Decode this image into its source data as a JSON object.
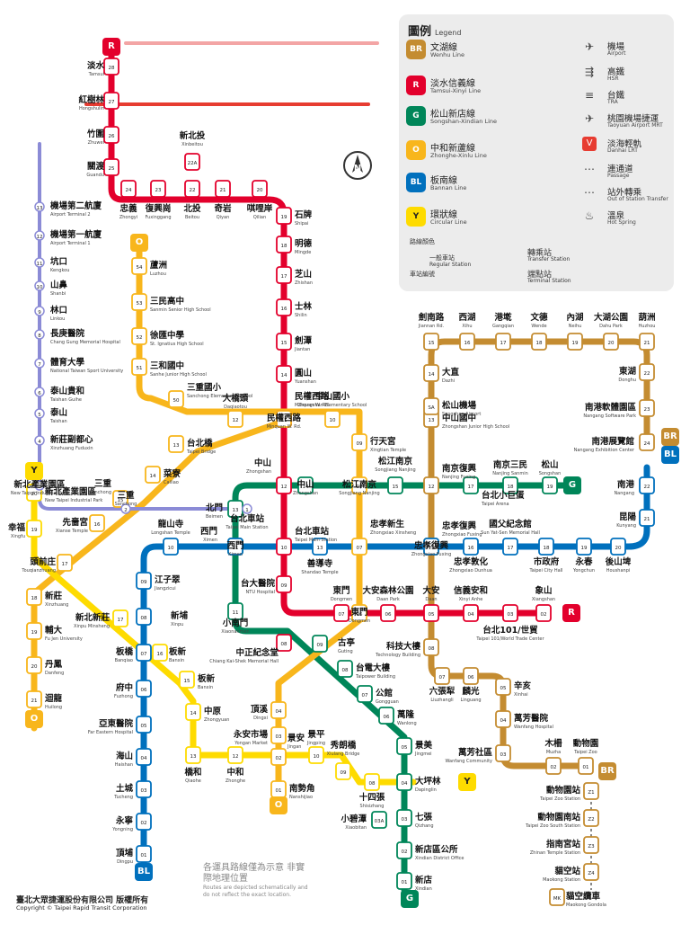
{
  "colors": {
    "BR": "#c48c31",
    "R": "#e3002c",
    "G": "#008659",
    "O": "#f8b61c",
    "BL": "#0070bd",
    "Y": "#fedb00",
    "A": "#8b8bd6",
    "V": "#e73c31",
    "P": "#f3a5a5"
  },
  "legend": {
    "title": "圖例",
    "title_en": "Legend",
    "lines": [
      {
        "code": "BR",
        "zh": "文湖線",
        "en": "Wenhu Line"
      },
      {
        "code": "R",
        "zh": "淡水信義線",
        "en": "Tamsui-Xinyi Line"
      },
      {
        "code": "G",
        "zh": "松山新店線",
        "en": "Songshan-Xindian Line"
      },
      {
        "code": "O",
        "zh": "中和新蘆線",
        "en": "Zhonghe-Xinlu Line"
      },
      {
        "code": "BL",
        "zh": "板南線",
        "en": "Bannan Line"
      },
      {
        "code": "Y",
        "zh": "環狀線",
        "en": "Circular Line"
      }
    ],
    "symbols": [
      {
        "icon": "plane-icon",
        "glyph": "✈",
        "zh": "機場",
        "en": "Airport"
      },
      {
        "icon": "hsr-icon",
        "glyph": "⇶",
        "zh": "高鐵",
        "en": "HSR"
      },
      {
        "icon": "tra-icon",
        "glyph": "≡",
        "zh": "台鐵",
        "en": "TRA"
      },
      {
        "icon": "airport-mrt-icon",
        "glyph": "✈",
        "zh": "桃園機場捷運",
        "en": "Taoyuan Airport MRT"
      },
      {
        "icon": "danhai-icon",
        "glyph": "V",
        "zh": "淡海輕軌",
        "en": "Danhai LRT"
      },
      {
        "icon": "passage-icon",
        "glyph": "⋯",
        "zh": "連通道",
        "en": "Passage"
      },
      {
        "icon": "out-transfer-icon",
        "glyph": "⋯",
        "zh": "站外轉乘",
        "en": "Out of Station Transfer"
      },
      {
        "icon": "hot-spring-icon",
        "glyph": "♨",
        "zh": "溫泉",
        "en": "Hot Spring"
      }
    ],
    "regular_station": {
      "zh": "一般車站",
      "en": "Regular Station"
    },
    "transfer_station": {
      "zh": "轉乘站",
      "en": "Transfer Station"
    },
    "terminal_station": {
      "zh": "端點站",
      "en": "Terminal Station"
    },
    "line_color": {
      "zh": "路線顏色",
      "en": "Line Color"
    },
    "station_no": {
      "zh": "車站編號",
      "en": "Station No."
    }
  },
  "map": {
    "compass": "N",
    "footer_company": "臺北大眾捷運股份有限公司 版權所有",
    "footer_copyright": "Copyright © Taipei Rapid Transit Corporation",
    "note_zh": "各運具路線僅為示意 非實際地理位置",
    "note_en": "Routes are depicted schematically and do not reflect the exact location."
  },
  "stations": [
    {
      "id": "R28",
      "zh": "淡水",
      "en": "Tamsui"
    },
    {
      "id": "R27",
      "zh": "紅樹林",
      "en": "Hongshulin"
    },
    {
      "id": "R26",
      "zh": "竹圍",
      "en": "Zhuwei"
    },
    {
      "id": "R25",
      "zh": "關渡",
      "en": "Guandu"
    },
    {
      "id": "R24",
      "zh": "忠義",
      "en": "Zhongyi"
    },
    {
      "id": "R23",
      "zh": "復興崗",
      "en": "Fuxinggang"
    },
    {
      "id": "R22",
      "zh": "北投",
      "en": "Beitou"
    },
    {
      "id": "R22A",
      "zh": "新北投",
      "en": "Xinbeitou"
    },
    {
      "id": "R21",
      "zh": "奇岩",
      "en": "Qiyan"
    },
    {
      "id": "R20",
      "zh": "唭哩岸",
      "en": "Qilian"
    },
    {
      "id": "R19",
      "zh": "石牌",
      "en": "Shipai"
    },
    {
      "id": "R18",
      "zh": "明德",
      "en": "Mingde"
    },
    {
      "id": "R17",
      "zh": "芝山",
      "en": "Zhishan"
    },
    {
      "id": "R16",
      "zh": "士林",
      "en": "Shilin"
    },
    {
      "id": "R15",
      "zh": "劍潭",
      "en": "Jiantan"
    },
    {
      "id": "R14",
      "zh": "圓山",
      "en": "Yuanshan"
    },
    {
      "id": "R13",
      "zh": "民權西路",
      "en": "Minquan W. Rd."
    },
    {
      "id": "R12",
      "zh": "中山",
      "en": "Zhongshan"
    },
    {
      "id": "R10",
      "zh": "台北車站",
      "en": "Taipei Main Station"
    },
    {
      "id": "R09",
      "zh": "台大醫院",
      "en": "NTU Hospital"
    },
    {
      "id": "R08",
      "zh": "中正紀念堂",
      "en": "Chiang Kai-Shek Memorial Hall"
    },
    {
      "id": "R07",
      "zh": "東門",
      "en": "Dongmen"
    },
    {
      "id": "R06",
      "zh": "大安森林公園",
      "en": "Daan Park"
    },
    {
      "id": "R05",
      "zh": "大安",
      "en": "Daan"
    },
    {
      "id": "R04",
      "zh": "信義安和",
      "en": "Xinyi Anhe"
    },
    {
      "id": "R03",
      "zh": "台北101/世貿",
      "en": "Taipei 101/World Trade Center"
    },
    {
      "id": "R02",
      "zh": "象山",
      "en": "Xiangshan"
    },
    {
      "id": "BR01",
      "zh": "動物園",
      "en": "Taipei Zoo"
    },
    {
      "id": "BR02",
      "zh": "木柵",
      "en": "Muzha"
    },
    {
      "id": "BR03",
      "zh": "萬芳社區",
      "en": "Wanfang Community"
    },
    {
      "id": "BR04",
      "zh": "萬芳醫院",
      "en": "Wanfang Hospital"
    },
    {
      "id": "BR05",
      "zh": "辛亥",
      "en": "Xinhai"
    },
    {
      "id": "BR06",
      "zh": "麟光",
      "en": "Linguang"
    },
    {
      "id": "BR07",
      "zh": "六張犁",
      "en": "Liuzhangli"
    },
    {
      "id": "BR08",
      "zh": "科技大樓",
      "en": "Technology Building"
    },
    {
      "id": "BR11",
      "zh": "忠孝復興",
      "en": "Zhongxiao Fuxing"
    },
    {
      "id": "BR12",
      "zh": "南京復興",
      "en": "Nanjing Fuxing"
    },
    {
      "id": "BR13",
      "zh": "中山國中",
      "en": "Zhongshan Junior High School"
    },
    {
      "id": "BR14",
      "zh": "大直",
      "en": "Dazhi"
    },
    {
      "id": "BR15",
      "zh": "劍南路",
      "en": "Jiannan Rd."
    },
    {
      "id": "BR16",
      "zh": "西湖",
      "en": "Xihu"
    },
    {
      "id": "BR17",
      "zh": "港墘",
      "en": "Gangqian"
    },
    {
      "id": "BR18",
      "zh": "文德",
      "en": "Wende"
    },
    {
      "id": "BR19",
      "zh": "內湖",
      "en": "Neihu"
    },
    {
      "id": "BR20",
      "zh": "大湖公園",
      "en": "Dahu Park"
    },
    {
      "id": "BR21",
      "zh": "葫洲",
      "en": "Huzhou"
    },
    {
      "id": "BR22",
      "zh": "東湖",
      "en": "Donghu"
    },
    {
      "id": "BR23",
      "zh": "南港軟體園區",
      "en": "Nangang Software Park"
    },
    {
      "id": "BR24",
      "zh": "南港展覽館",
      "en": "Nangang Exhibition Center"
    },
    {
      "id": "BR-SA",
      "zh": "松山機場",
      "en": "Songshan Airport"
    },
    {
      "id": "G19",
      "zh": "松山",
      "en": "Songshan"
    },
    {
      "id": "G18",
      "zh": "南京三民",
      "en": "Nanjing Sanmin"
    },
    {
      "id": "G17",
      "zh": "台北小巨蛋",
      "en": "Taipei Arena"
    },
    {
      "id": "G15",
      "zh": "松江南京",
      "en": "Songjiang Nanjing"
    },
    {
      "id": "G14",
      "zh": "中山",
      "en": "Zhongshan"
    },
    {
      "id": "G13",
      "zh": "北門",
      "en": "Beimen"
    },
    {
      "id": "G12",
      "zh": "西門",
      "en": "Ximen"
    },
    {
      "id": "G11",
      "zh": "小南門",
      "en": "Xiaonanmen"
    },
    {
      "id": "G09",
      "zh": "古亭",
      "en": "Guting"
    },
    {
      "id": "G08",
      "zh": "台電大樓",
      "en": "Taipower Building"
    },
    {
      "id": "G07",
      "zh": "公館",
      "en": "Gongguan"
    },
    {
      "id": "G06",
      "zh": "萬隆",
      "en": "Wanlong"
    },
    {
      "id": "G05",
      "zh": "景美",
      "en": "Jingmei"
    },
    {
      "id": "G04",
      "zh": "大坪林",
      "en": "Dapinglin"
    },
    {
      "id": "G03",
      "zh": "七張",
      "en": "Qizhang"
    },
    {
      "id": "G03A",
      "zh": "小碧潭",
      "en": "Xiaobitan"
    },
    {
      "id": "G02",
      "zh": "新店區公所",
      "en": "Xindian District Office"
    },
    {
      "id": "G01",
      "zh": "新店",
      "en": "Xindian"
    },
    {
      "id": "O54",
      "zh": "蘆洲",
      "en": "Luzhou"
    },
    {
      "id": "O53",
      "zh": "三民高中",
      "en": "Sanmin Senior High School"
    },
    {
      "id": "O52",
      "zh": "徐匯中學",
      "en": "St. Ignatius High School"
    },
    {
      "id": "O51",
      "zh": "三和國中",
      "en": "Sanhe Junior High School"
    },
    {
      "id": "O50",
      "zh": "三重國小",
      "en": "Sanchong Elementary School"
    },
    {
      "id": "O12",
      "zh": "大橋頭",
      "en": "Daqiaotou"
    },
    {
      "id": "O10",
      "zh": "中山國小",
      "en": "Zhongshan Elementary School"
    },
    {
      "id": "O09",
      "zh": "行天宮",
      "en": "Xingtian Temple"
    },
    {
      "id": "O07",
      "zh": "忠孝新生",
      "en": "Zhongxiao Xinsheng"
    },
    {
      "id": "O13",
      "zh": "台北橋",
      "en": "Taipei Bridge"
    },
    {
      "id": "O14",
      "zh": "菜寮",
      "en": "Cailiao"
    },
    {
      "id": "O15",
      "zh": "三重",
      "en": "Sanchong"
    },
    {
      "id": "O16",
      "zh": "先嗇宮",
      "en": "Xianse Temple"
    },
    {
      "id": "O17",
      "zh": "頭前庄",
      "en": "Touqianzhuang"
    },
    {
      "id": "O18",
      "zh": "新莊",
      "en": "Xinzhuang"
    },
    {
      "id": "O19",
      "zh": "輔大",
      "en": "Fu Jen University"
    },
    {
      "id": "O20",
      "zh": "丹鳳",
      "en": "Danfeng"
    },
    {
      "id": "O21",
      "zh": "迴龍",
      "en": "Huilong"
    },
    {
      "id": "O06",
      "zh": "東門",
      "en": "Dongmen"
    },
    {
      "id": "O04",
      "zh": "頂溪",
      "en": "Dingxi"
    },
    {
      "id": "O03",
      "zh": "永安市場",
      "en": "Yongan Market"
    },
    {
      "id": "O02",
      "zh": "景安",
      "en": "Jingan"
    },
    {
      "id": "O01",
      "zh": "南勢角",
      "en": "Nanshijiao"
    },
    {
      "id": "O08",
      "zh": "松江南京",
      "en": "Songjiang Nanjing"
    },
    {
      "id": "O11",
      "zh": "民權西路",
      "en": "Minquan W. Rd."
    },
    {
      "id": "BL01",
      "zh": "頂埔",
      "en": "Dingpu"
    },
    {
      "id": "BL02",
      "zh": "永寧",
      "en": "Yongning"
    },
    {
      "id": "BL03",
      "zh": "土城",
      "en": "Tucheng"
    },
    {
      "id": "BL04",
      "zh": "海山",
      "en": "Haishan"
    },
    {
      "id": "BL05",
      "zh": "亞東醫院",
      "en": "Far Eastern Hospital"
    },
    {
      "id": "BL06",
      "zh": "府中",
      "en": "Fuzhong"
    },
    {
      "id": "BL07",
      "zh": "板橋",
      "en": "Banqiao"
    },
    {
      "id": "BL08",
      "zh": "新埔",
      "en": "Xinpu"
    },
    {
      "id": "BL09",
      "zh": "江子翠",
      "en": "Jiangzicui"
    },
    {
      "id": "BL10",
      "zh": "龍山寺",
      "en": "Longshan Temple"
    },
    {
      "id": "BL11",
      "zh": "西門",
      "en": "Ximen"
    },
    {
      "id": "BL13",
      "zh": "善導寺",
      "en": "Shandao Temple"
    },
    {
      "id": "BL15",
      "zh": "忠孝復興",
      "en": "Zhongxiao Fuxing"
    },
    {
      "id": "BL16",
      "zh": "忠孝敦化",
      "en": "Zhongxiao Dunhua"
    },
    {
      "id": "BL17",
      "zh": "國父紀念館",
      "en": "Sun Yat-Sen Memorial Hall"
    },
    {
      "id": "BL18",
      "zh": "市政府",
      "en": "Taipei City Hall"
    },
    {
      "id": "BL19",
      "zh": "永春",
      "en": "Yongchun"
    },
    {
      "id": "BL20",
      "zh": "後山埤",
      "en": "Houshanpi"
    },
    {
      "id": "BL21",
      "zh": "昆陽",
      "en": "Kunyang"
    },
    {
      "id": "BL22",
      "zh": "南港",
      "en": "Nangang"
    },
    {
      "id": "Y20",
      "zh": "新北產業園區",
      "en": "New Taipei Industrial Park"
    },
    {
      "id": "Y19",
      "zh": "幸福",
      "en": "Xingfu"
    },
    {
      "id": "Y17",
      "zh": "新北新莊",
      "en": "Xinpu Minsheng"
    },
    {
      "id": "Y16",
      "zh": "板新",
      "en": "Banxin"
    },
    {
      "id": "Y15",
      "zh": "板新",
      "en": "Banxin"
    },
    {
      "id": "Y14",
      "zh": "中原",
      "en": "Zhongyuan"
    },
    {
      "id": "Y13",
      "zh": "橋和",
      "en": "Qiaohe"
    },
    {
      "id": "Y12",
      "zh": "中和",
      "en": "Zhonghe"
    },
    {
      "id": "Y10",
      "zh": "景平",
      "en": "Jingping"
    },
    {
      "id": "Y09",
      "zh": "秀朗橋",
      "en": "Xiulang Bridge"
    },
    {
      "id": "Y08",
      "zh": "十四張",
      "en": "Shisizhang"
    },
    {
      "id": "A1",
      "zh": "台北車站",
      "en": "Taipei Main Station"
    },
    {
      "id": "A2",
      "zh": "三重",
      "en": "Sanchong"
    },
    {
      "id": "A3",
      "zh": "新北產業園區",
      "en": "New Taipei Industrial Park"
    },
    {
      "id": "A4",
      "zh": "新莊副都心",
      "en": "Xinzhuang Fuduxin"
    },
    {
      "id": "A5",
      "zh": "泰山",
      "en": "Taishan"
    },
    {
      "id": "A6",
      "zh": "泰山貴和",
      "en": "Taishan Guihe"
    },
    {
      "id": "A7",
      "zh": "體育大學",
      "en": "National Taiwan Sport University"
    },
    {
      "id": "A8",
      "zh": "長庚醫院",
      "en": "Chang Gung Memorial Hospital"
    },
    {
      "id": "A9",
      "zh": "林口",
      "en": "Linkou"
    },
    {
      "id": "A10",
      "zh": "山鼻",
      "en": "Shanbi"
    },
    {
      "id": "A11",
      "zh": "坑口",
      "en": "Kengkou"
    },
    {
      "id": "A12",
      "zh": "機場第一航廈",
      "en": "Airport Terminal 1"
    },
    {
      "id": "A13",
      "zh": "機場第二航廈",
      "en": "Airport Terminal 2"
    },
    {
      "id": "BR-Z1",
      "zh": "動物園站",
      "en": "Taipei Zoo Station"
    },
    {
      "id": "BR-Z2",
      "zh": "動物園南站",
      "en": "Taipei Zoo South Station"
    },
    {
      "id": "BR-Z3",
      "zh": "指南宮站",
      "en": "Zhinan Temple Station"
    },
    {
      "id": "BR-Z4",
      "zh": "貓空站",
      "en": "Maokong Station"
    },
    {
      "id": "MK",
      "zh": "貓空纜車",
      "en": "Maokong Gondola"
    }
  ]
}
